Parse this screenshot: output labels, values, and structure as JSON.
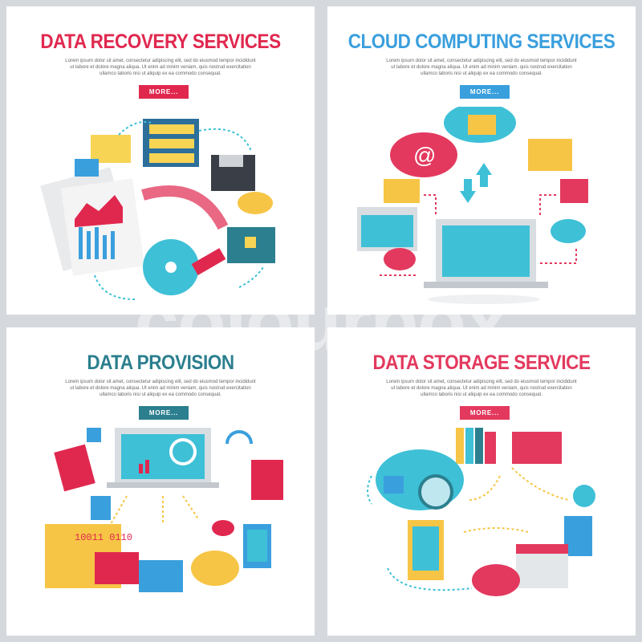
{
  "lorem": "Lorem ipsum dolor sit amet, consectetur adipiscing elit, sed do eiusmod tempor incididunt ut labore et dolore magna aliqua. Ut enim ad minim veniam, quis nostrud exercitation ullamco laboris nisi ut aliquip ex ea commodo consequat.",
  "panels": [
    {
      "title": "DATA RECOVERY SERVICES",
      "button": "MORE...",
      "color": "#e0284f"
    },
    {
      "title": "CLOUD COMPUTING SERVICES",
      "button": "MORE...",
      "color": "#3a9fdd"
    },
    {
      "title": "DATA PROVISION",
      "button": "MORE...",
      "color": "#2b7f8e"
    },
    {
      "title": "DATA STORAGE SERVICE",
      "button": "MORE...",
      "color": "#e3395e"
    }
  ],
  "illustration_text": {
    "binary": "10011 0110",
    "at": "@"
  },
  "watermark": "colourbox"
}
